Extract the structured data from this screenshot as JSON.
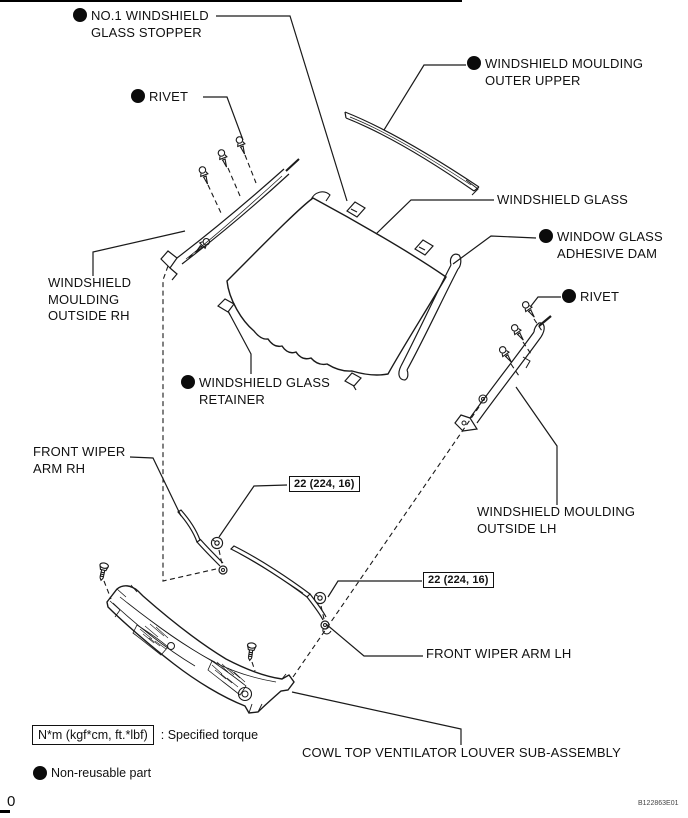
{
  "figure": {
    "type": "exploded-parts-diagram",
    "subject": "Windshield glass, mouldings, wiper arms and cowl top ventilator louver",
    "page_number": "0",
    "doc_code": "B122863E01"
  },
  "callouts": [
    {
      "id": "no1-windshield-glass-stopper",
      "text": "NO.1 WINDSHIELD\nGLASS STOPPER",
      "non_reusable": true
    },
    {
      "id": "rivet-left",
      "text": "RIVET",
      "non_reusable": true
    },
    {
      "id": "windshield-moulding-outer-upper",
      "text": "WINDSHIELD MOULDING\nOUTER UPPER",
      "non_reusable": true
    },
    {
      "id": "windshield-glass",
      "text": "WINDSHIELD GLASS",
      "non_reusable": false
    },
    {
      "id": "window-glass-adhesive-dam",
      "text": "WINDOW GLASS\nADHESIVE DAM",
      "non_reusable": true
    },
    {
      "id": "rivet-right",
      "text": "RIVET",
      "non_reusable": true
    },
    {
      "id": "windshield-moulding-outside-rh",
      "text": "WINDSHIELD\nMOULDING\nOUTSIDE RH",
      "non_reusable": false
    },
    {
      "id": "windshield-glass-retainer",
      "text": "WINDSHIELD GLASS\nRETAINER",
      "non_reusable": true
    },
    {
      "id": "front-wiper-arm-rh",
      "text": "FRONT WIPER\nARM RH",
      "non_reusable": false
    },
    {
      "id": "windshield-moulding-outside-lh",
      "text": "WINDSHIELD MOULDING\nOUTSIDE LH",
      "non_reusable": false
    },
    {
      "id": "front-wiper-arm-lh",
      "text": "FRONT WIPER ARM LH",
      "non_reusable": false
    },
    {
      "id": "cowl-top-ventilator-louver-sub-assembly",
      "text": "COWL TOP VENTILATOR LOUVER SUB-ASSEMBLY",
      "non_reusable": false
    }
  ],
  "torque_specs": [
    {
      "value": "22 (224, 16)"
    },
    {
      "value": "22 (224, 16)"
    }
  ],
  "legend": {
    "torque_unit_box": "N*m (kgf*cm, ft.*lbf)",
    "torque_meaning": ": Specified torque",
    "non_reusable_label": "Non-reusable part"
  }
}
